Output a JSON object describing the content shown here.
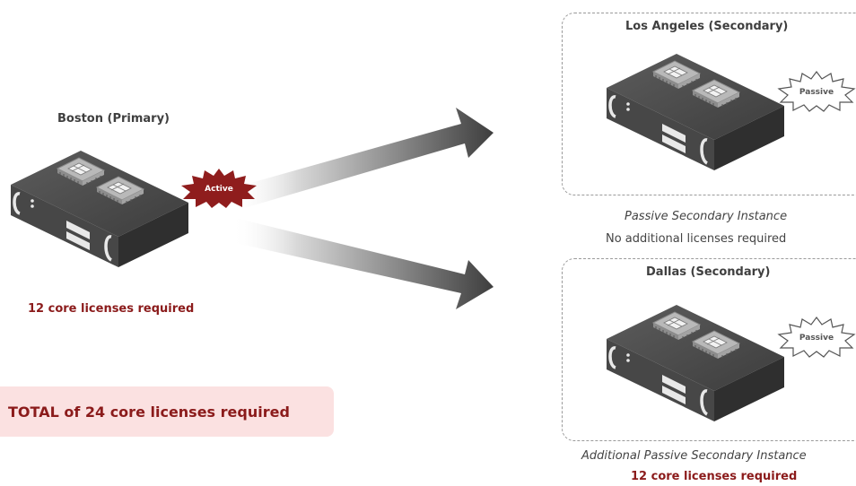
{
  "primary": {
    "title": "Boston (Primary)",
    "status": "Active",
    "licenses": "12 core licenses required"
  },
  "secondary_la": {
    "title": "Los Angeles (Secondary)",
    "status": "Passive",
    "note_line1": "Passive Secondary Instance",
    "note_line2": "No additional licenses required"
  },
  "secondary_dallas": {
    "title": "Dallas (Secondary)",
    "status": "Passive",
    "note_line1": "Additional Passive Secondary Instance",
    "note_line2": "12 core licenses required"
  },
  "total": "TOTAL of 24 core licenses required",
  "colors": {
    "accent_red": "#8b1b1b",
    "active_badge": "#8f1d1d",
    "total_bg": "#fbe1e1",
    "server_dark": "#4a4a4a"
  },
  "icons": [
    "server-icon",
    "cpu-chip-icon",
    "arrow-icon",
    "starburst-badge-icon"
  ]
}
